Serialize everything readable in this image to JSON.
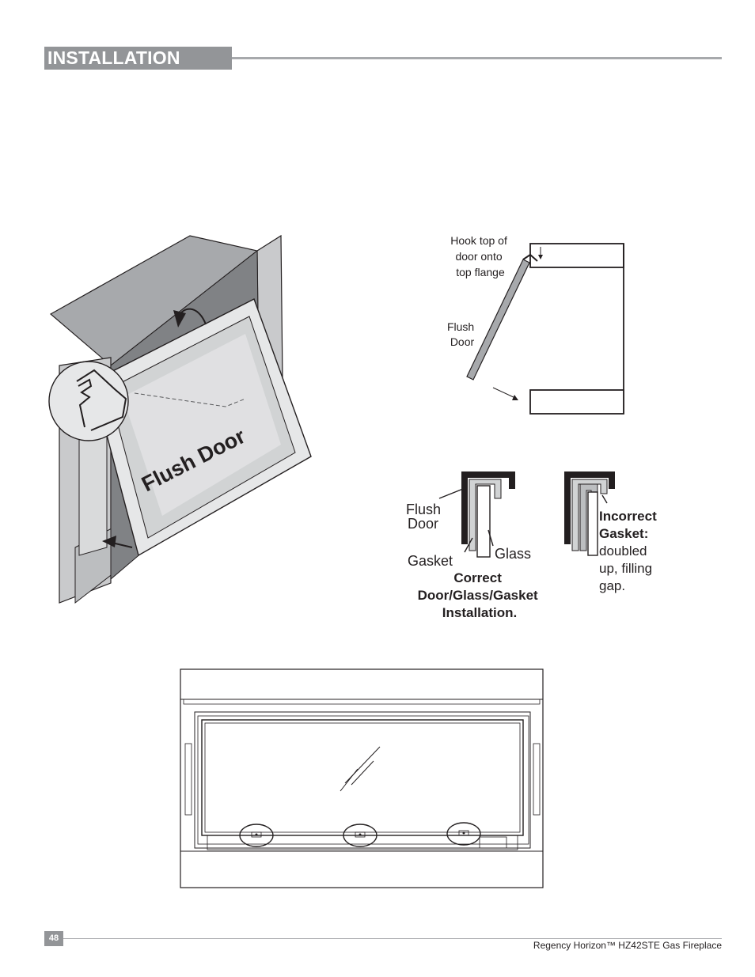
{
  "header": {
    "title": "INSTALLATION"
  },
  "figure_flush_door": {
    "label": "Flush Door"
  },
  "figure_hook": {
    "callout_hook": [
      "Hook top of",
      "door onto",
      "top flange"
    ],
    "callout_door": [
      "Flush",
      "Door"
    ]
  },
  "figure_gasket": {
    "flush_door": [
      "Flush",
      "Door"
    ],
    "gasket": "Gasket",
    "glass": "Glass",
    "correct_caption": [
      "Correct",
      "Door/Glass/Gasket",
      "Installation."
    ],
    "incorrect_title": [
      "Incorrect",
      "Gasket:"
    ],
    "incorrect_text": [
      "doubled",
      "up, filling",
      "gap."
    ]
  },
  "footer": {
    "page_number": "48",
    "document_title": "Regency Horizon™ HZ42STE Gas Fireplace"
  }
}
